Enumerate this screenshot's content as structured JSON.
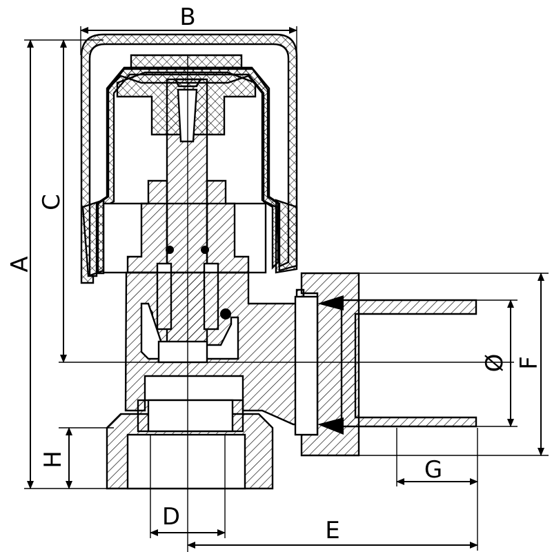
{
  "diagram": {
    "labels": {
      "a": "A",
      "b": "B",
      "c": "C",
      "d": "D",
      "e": "E",
      "f": "F",
      "g": "G",
      "h": "H",
      "phi": "Ø"
    },
    "icons": {
      "arrow": "arrowhead-icon"
    }
  }
}
